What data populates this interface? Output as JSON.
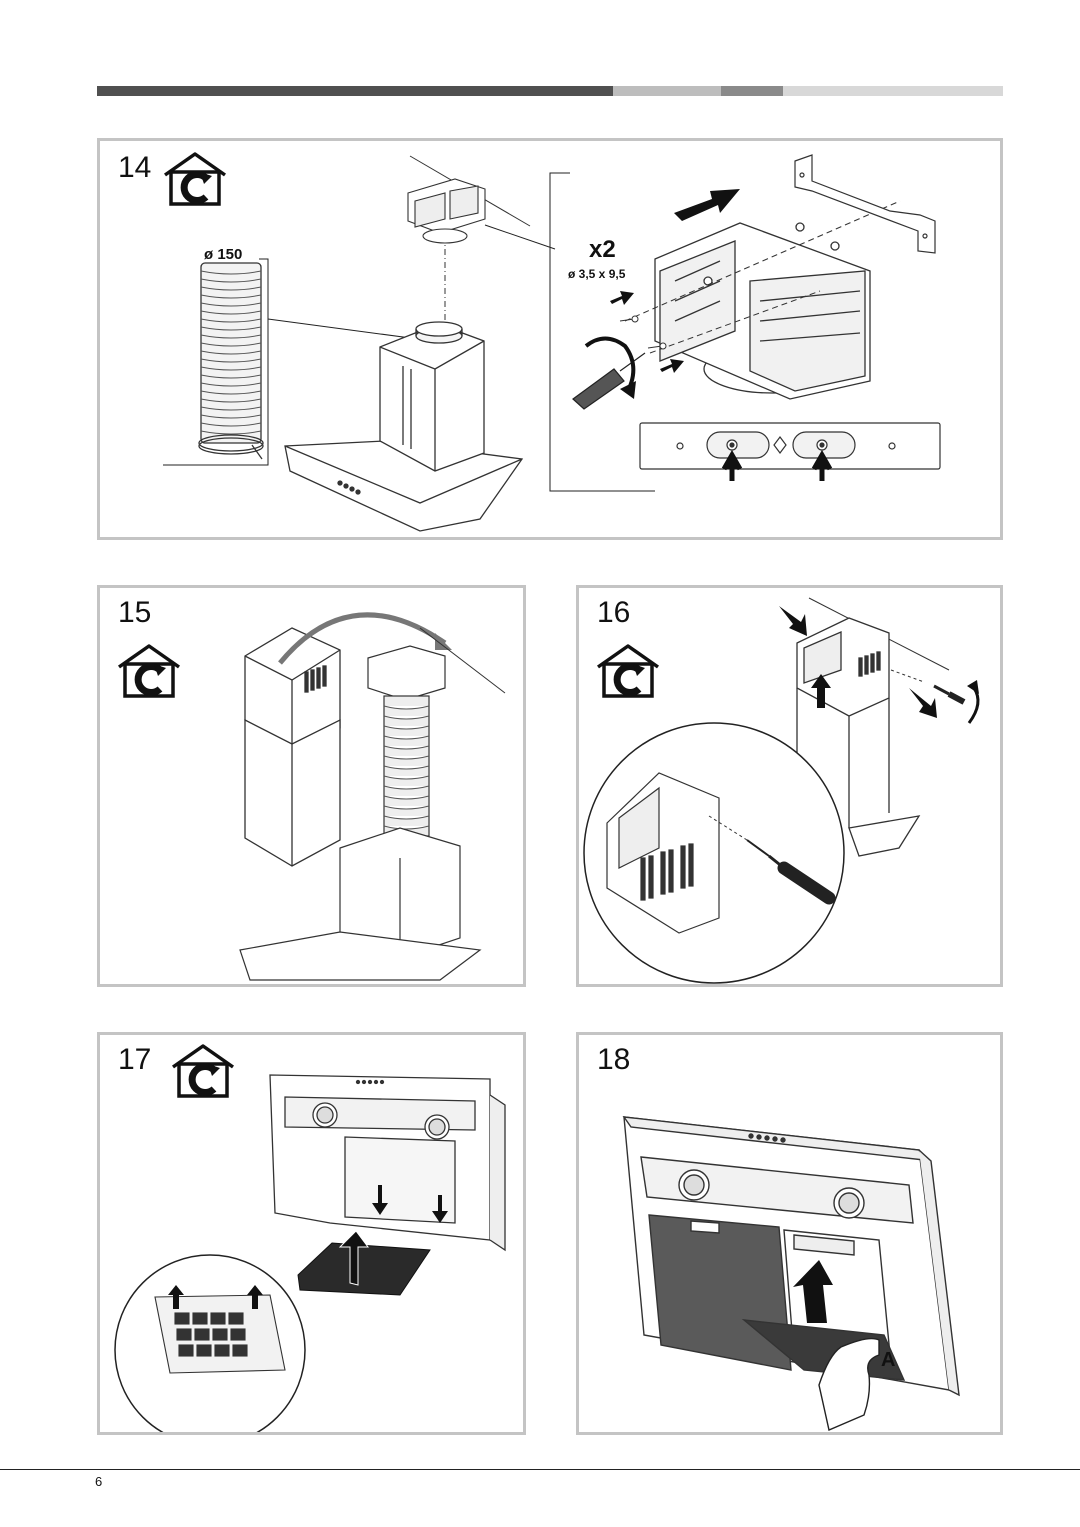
{
  "colors": {
    "bar_dark": "#505050",
    "bar_light": "#bdbdbd",
    "bar_mid": "#8a8a8a",
    "bar_pale": "#d8d8d8",
    "panel_border": "#c4c4c4",
    "filter_dark": "#5a5a5a"
  },
  "icons": {
    "recirculation": "house-with-circular-arrow-icon"
  },
  "steps": {
    "s14": {
      "number": "14",
      "duct_label": "ø 150",
      "multiplier": "x2",
      "screw_label": "ø 3,5 x 9,5"
    },
    "s15": {
      "number": "15"
    },
    "s16": {
      "number": "16"
    },
    "s17": {
      "number": "17"
    },
    "s18": {
      "number": "18",
      "part_label": "A"
    }
  },
  "footer": {
    "page_number": "6"
  }
}
